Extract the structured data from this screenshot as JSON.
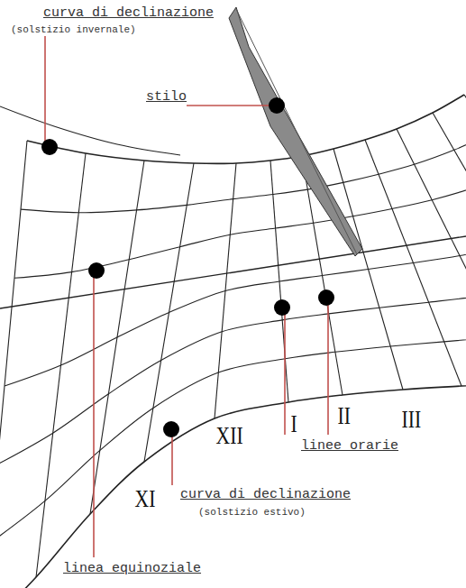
{
  "diagram": {
    "labels": [
      "curva di declinazione",
      "(solstizio invernale)",
      "stilo",
      "I",
      "II",
      "III",
      "linee orarie",
      "XII",
      "XI",
      "curva di declinazione",
      "(solstizio estivo)",
      "linea equinoziale"
    ]
  }
}
